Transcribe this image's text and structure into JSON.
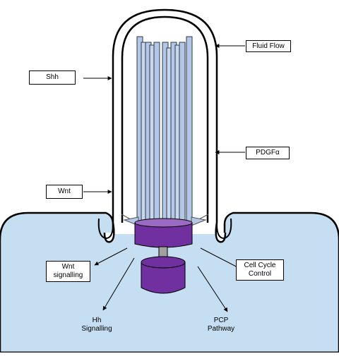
{
  "colors": {
    "cytoplasm": "#c5def2",
    "cilium_fill": "#ffffff",
    "axoneme": "#b4c7e7",
    "basal_body": "#7030a0",
    "centriole_light": "#9b6bc4",
    "outline": "#000000"
  },
  "labels": {
    "fluid_flow": "Fluid Flow",
    "shh": "Shh",
    "pdgfa": "PDGFα",
    "wnt": "Wnt",
    "wnt_signalling": "Wnt\nsignalling",
    "cell_cycle": "Cell Cycle\nControl",
    "hh_signalling": "Hh\nSignalling",
    "pcp_pathway": "PCP\nPathway"
  }
}
